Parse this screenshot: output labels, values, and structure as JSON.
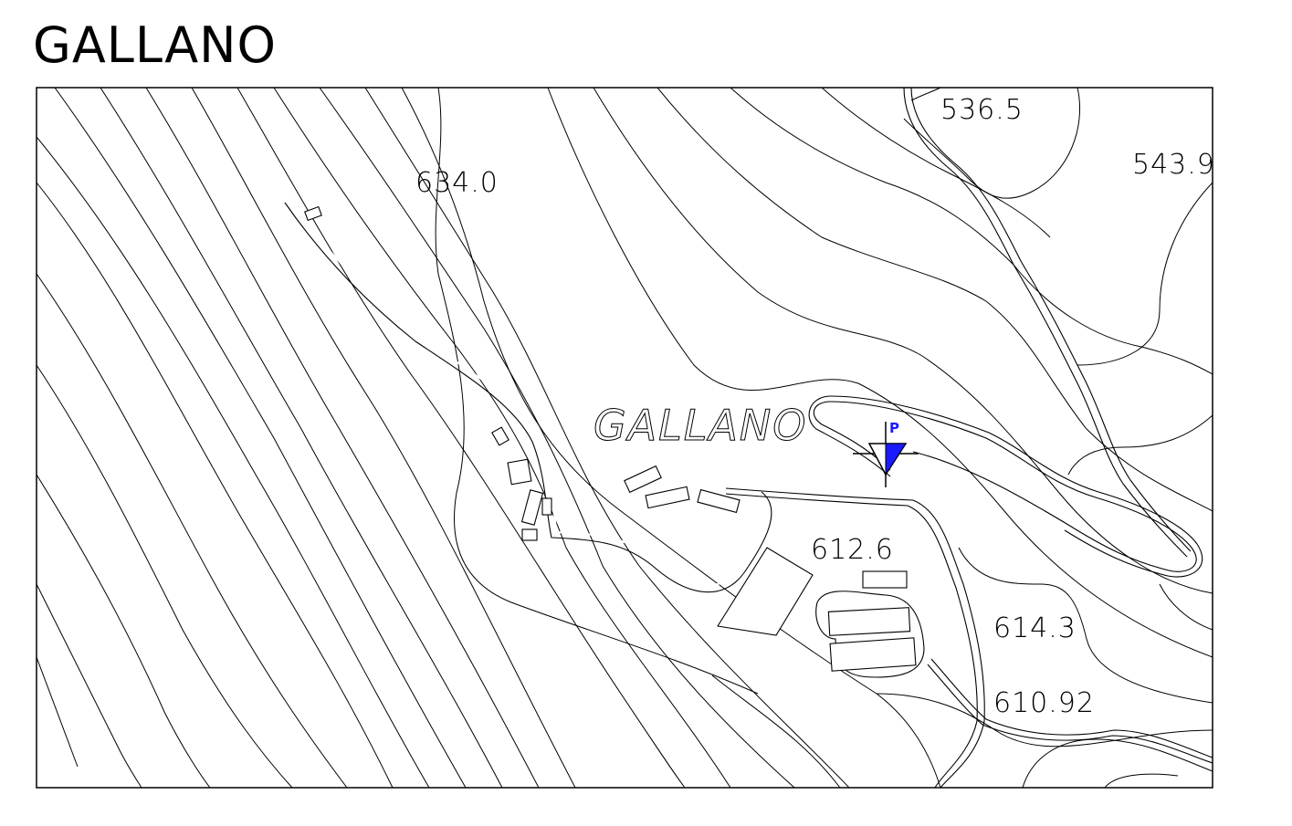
{
  "header": {
    "title": "GALLANO"
  },
  "map": {
    "place_label": "GALLANO",
    "elevations": [
      {
        "name": "elev-536-5",
        "label": "536.5"
      },
      {
        "name": "elev-543-9",
        "label": "543.9"
      },
      {
        "name": "elev-634-0",
        "label": "634.0"
      },
      {
        "name": "elev-612-6",
        "label": "612.6"
      },
      {
        "name": "elev-614-3",
        "label": "614.3"
      },
      {
        "name": "elev-610-92",
        "label": "610.92"
      }
    ],
    "marker": {
      "label": "P",
      "icon": "triangle-flag-icon",
      "color": "#1a1aff"
    }
  }
}
